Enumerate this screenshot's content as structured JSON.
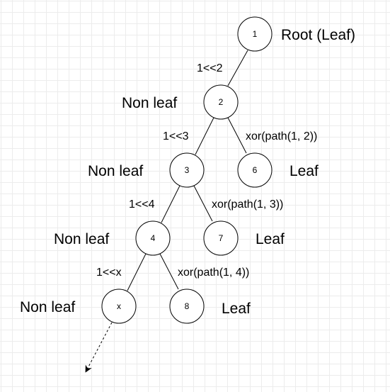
{
  "nodes": {
    "n1": "1",
    "n2": "2",
    "n3": "3",
    "n4": "4",
    "nx": "x",
    "n6": "6",
    "n7": "7",
    "n8": "8"
  },
  "node_labels": {
    "root": "Root (Leaf)",
    "non_leaf_2": "Non leaf",
    "non_leaf_3": "Non leaf",
    "non_leaf_4": "Non leaf",
    "non_leaf_x": "Non leaf",
    "leaf_6": "Leaf",
    "leaf_7": "Leaf",
    "leaf_8": "Leaf"
  },
  "edge_labels": {
    "e_1_2": "1<<2",
    "e_2_3": "1<<3",
    "e_3_4": "1<<4",
    "e_4_x": "1<<x",
    "e_2_6": "xor(path(1, 2))",
    "e_3_7": "xor(path(1, 3))",
    "e_4_8": "xor(path(1, 4))"
  }
}
